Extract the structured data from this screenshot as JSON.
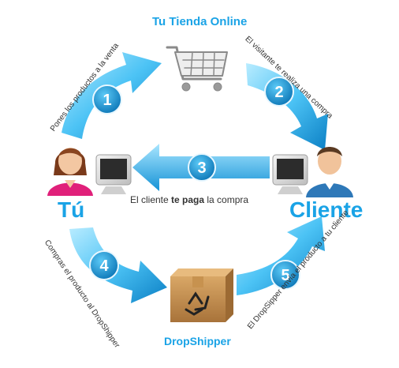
{
  "colors": {
    "brand_blue": "#1aa3e6",
    "arrow_light": "#8fdcff",
    "arrow_dark": "#0b7fc4",
    "text_dark": "#333333"
  },
  "nodes": {
    "store": {
      "label": "Tu Tienda Online",
      "icon": "shopping-cart-icon"
    },
    "you": {
      "label": "Tú",
      "icon": "woman-at-computer-icon"
    },
    "client": {
      "label": "Cliente",
      "icon": "man-at-computer-icon"
    },
    "dropshipper": {
      "label": "DropShipper",
      "icon": "recycle-box-icon"
    }
  },
  "steps": [
    {
      "number": "1",
      "text": "Pones los productos a la venta"
    },
    {
      "number": "2",
      "text": "El visitante te realiza una compra"
    },
    {
      "number": "3",
      "text_before": "El cliente ",
      "text_bold": "te paga",
      "text_after": " la compra"
    },
    {
      "number": "4",
      "text": "Compras el producto al DropShipper"
    },
    {
      "number": "5",
      "text": "El DropSipper envía el producto a tu cliente"
    }
  ]
}
